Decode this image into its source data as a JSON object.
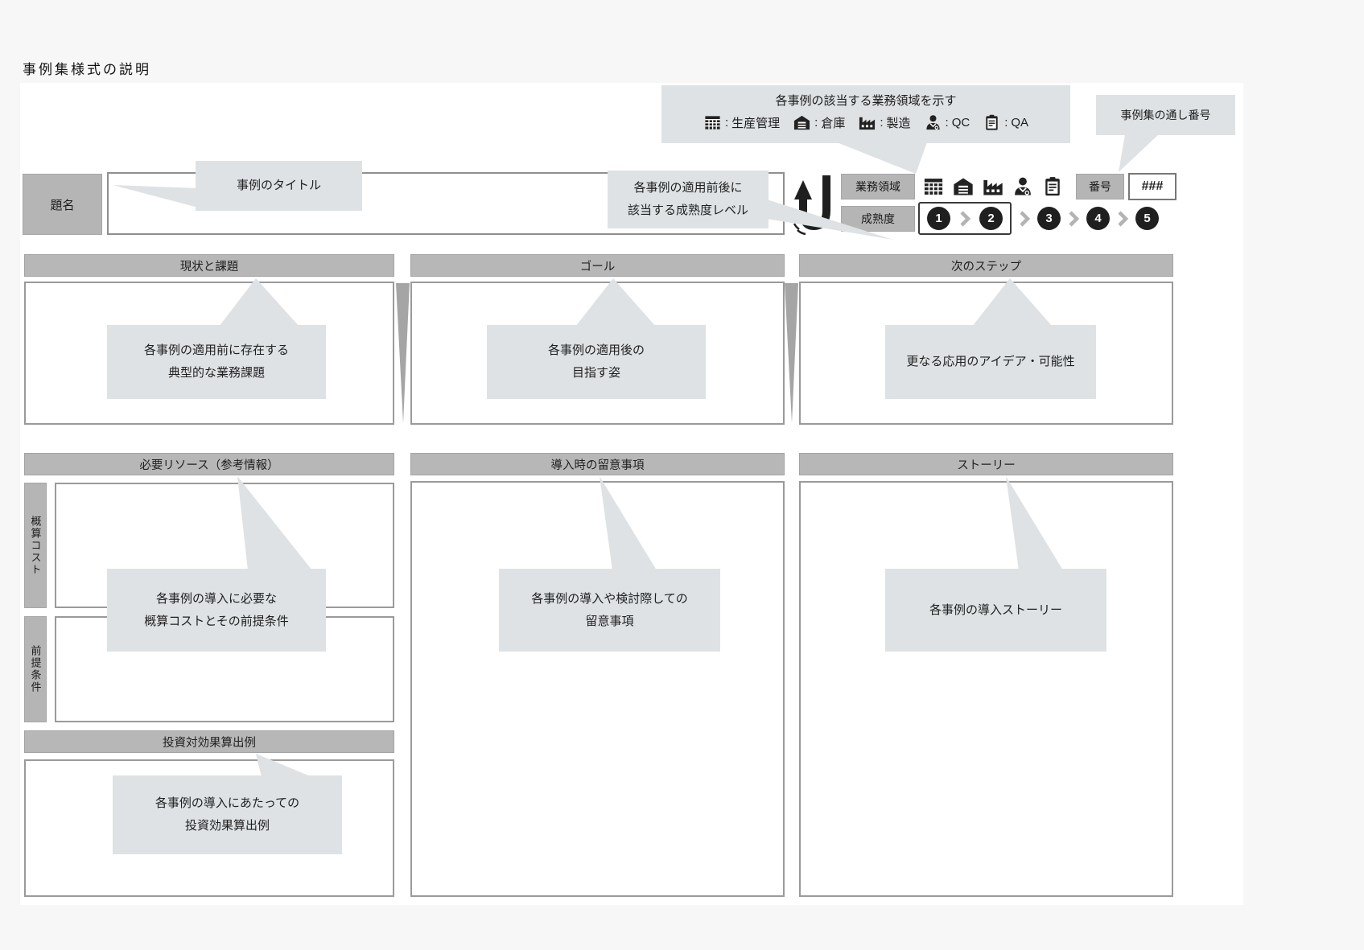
{
  "page": {
    "title": "事例集様式の説明"
  },
  "colors": {
    "label_bg": "#b5b5b5",
    "callout_bg": "#dee2e5",
    "flow_wedge": "#a5a5a5",
    "icon_black": "#222222",
    "circle_bg": "#1f1f1f"
  },
  "legend": {
    "note": "各事例の該当する業務領域を示す",
    "separator": ":",
    "items": [
      {
        "icon": "production-grid-icon",
        "label": "生産管理"
      },
      {
        "icon": "warehouse-icon",
        "label": "倉庫"
      },
      {
        "icon": "factory-icon",
        "label": "製造"
      },
      {
        "icon": "qc-person-icon",
        "label": "QC"
      },
      {
        "icon": "qa-clipboard-icon",
        "label": "QA"
      }
    ]
  },
  "form": {
    "title_label": "題名",
    "domain_label": "業務領域",
    "number_label": "番号",
    "number_value": "###",
    "maturity_label": "成熟度",
    "maturity_levels": [
      "1",
      "2",
      "3",
      "4",
      "5"
    ]
  },
  "sections": {
    "current_issues": "現状と課題",
    "goal": "ゴール",
    "next_step": "次のステップ",
    "resources": "必要リソース（参考情報）",
    "cautions": "導入時の留意事項",
    "story": "ストーリー",
    "cost_label": "概算コスト",
    "premise_label": "前提条件",
    "roi": "投資対効果算出例"
  },
  "callouts": {
    "case_title": "事例のタイトル",
    "serial_number": "事例集の通し番号",
    "maturity_line1": "各事例の適用前後に",
    "maturity_line2": "該当する成熟度レベル",
    "current_line1": "各事例の適用前に存在する",
    "current_line2": "典型的な業務課題",
    "goal_line1": "各事例の適用後の",
    "goal_line2": "目指す姿",
    "next_step": "更なる応用のアイデア・可能性",
    "cost_line1": "各事例の導入に必要な",
    "cost_line2": "概算コストとその前提条件",
    "caution_line1": "各事例の導入や検討際しての",
    "caution_line2": "留意事項",
    "story": "各事例の導入ストーリー",
    "roi_line1": "各事例の導入にあたっての",
    "roi_line2": "投資効果算出例"
  }
}
